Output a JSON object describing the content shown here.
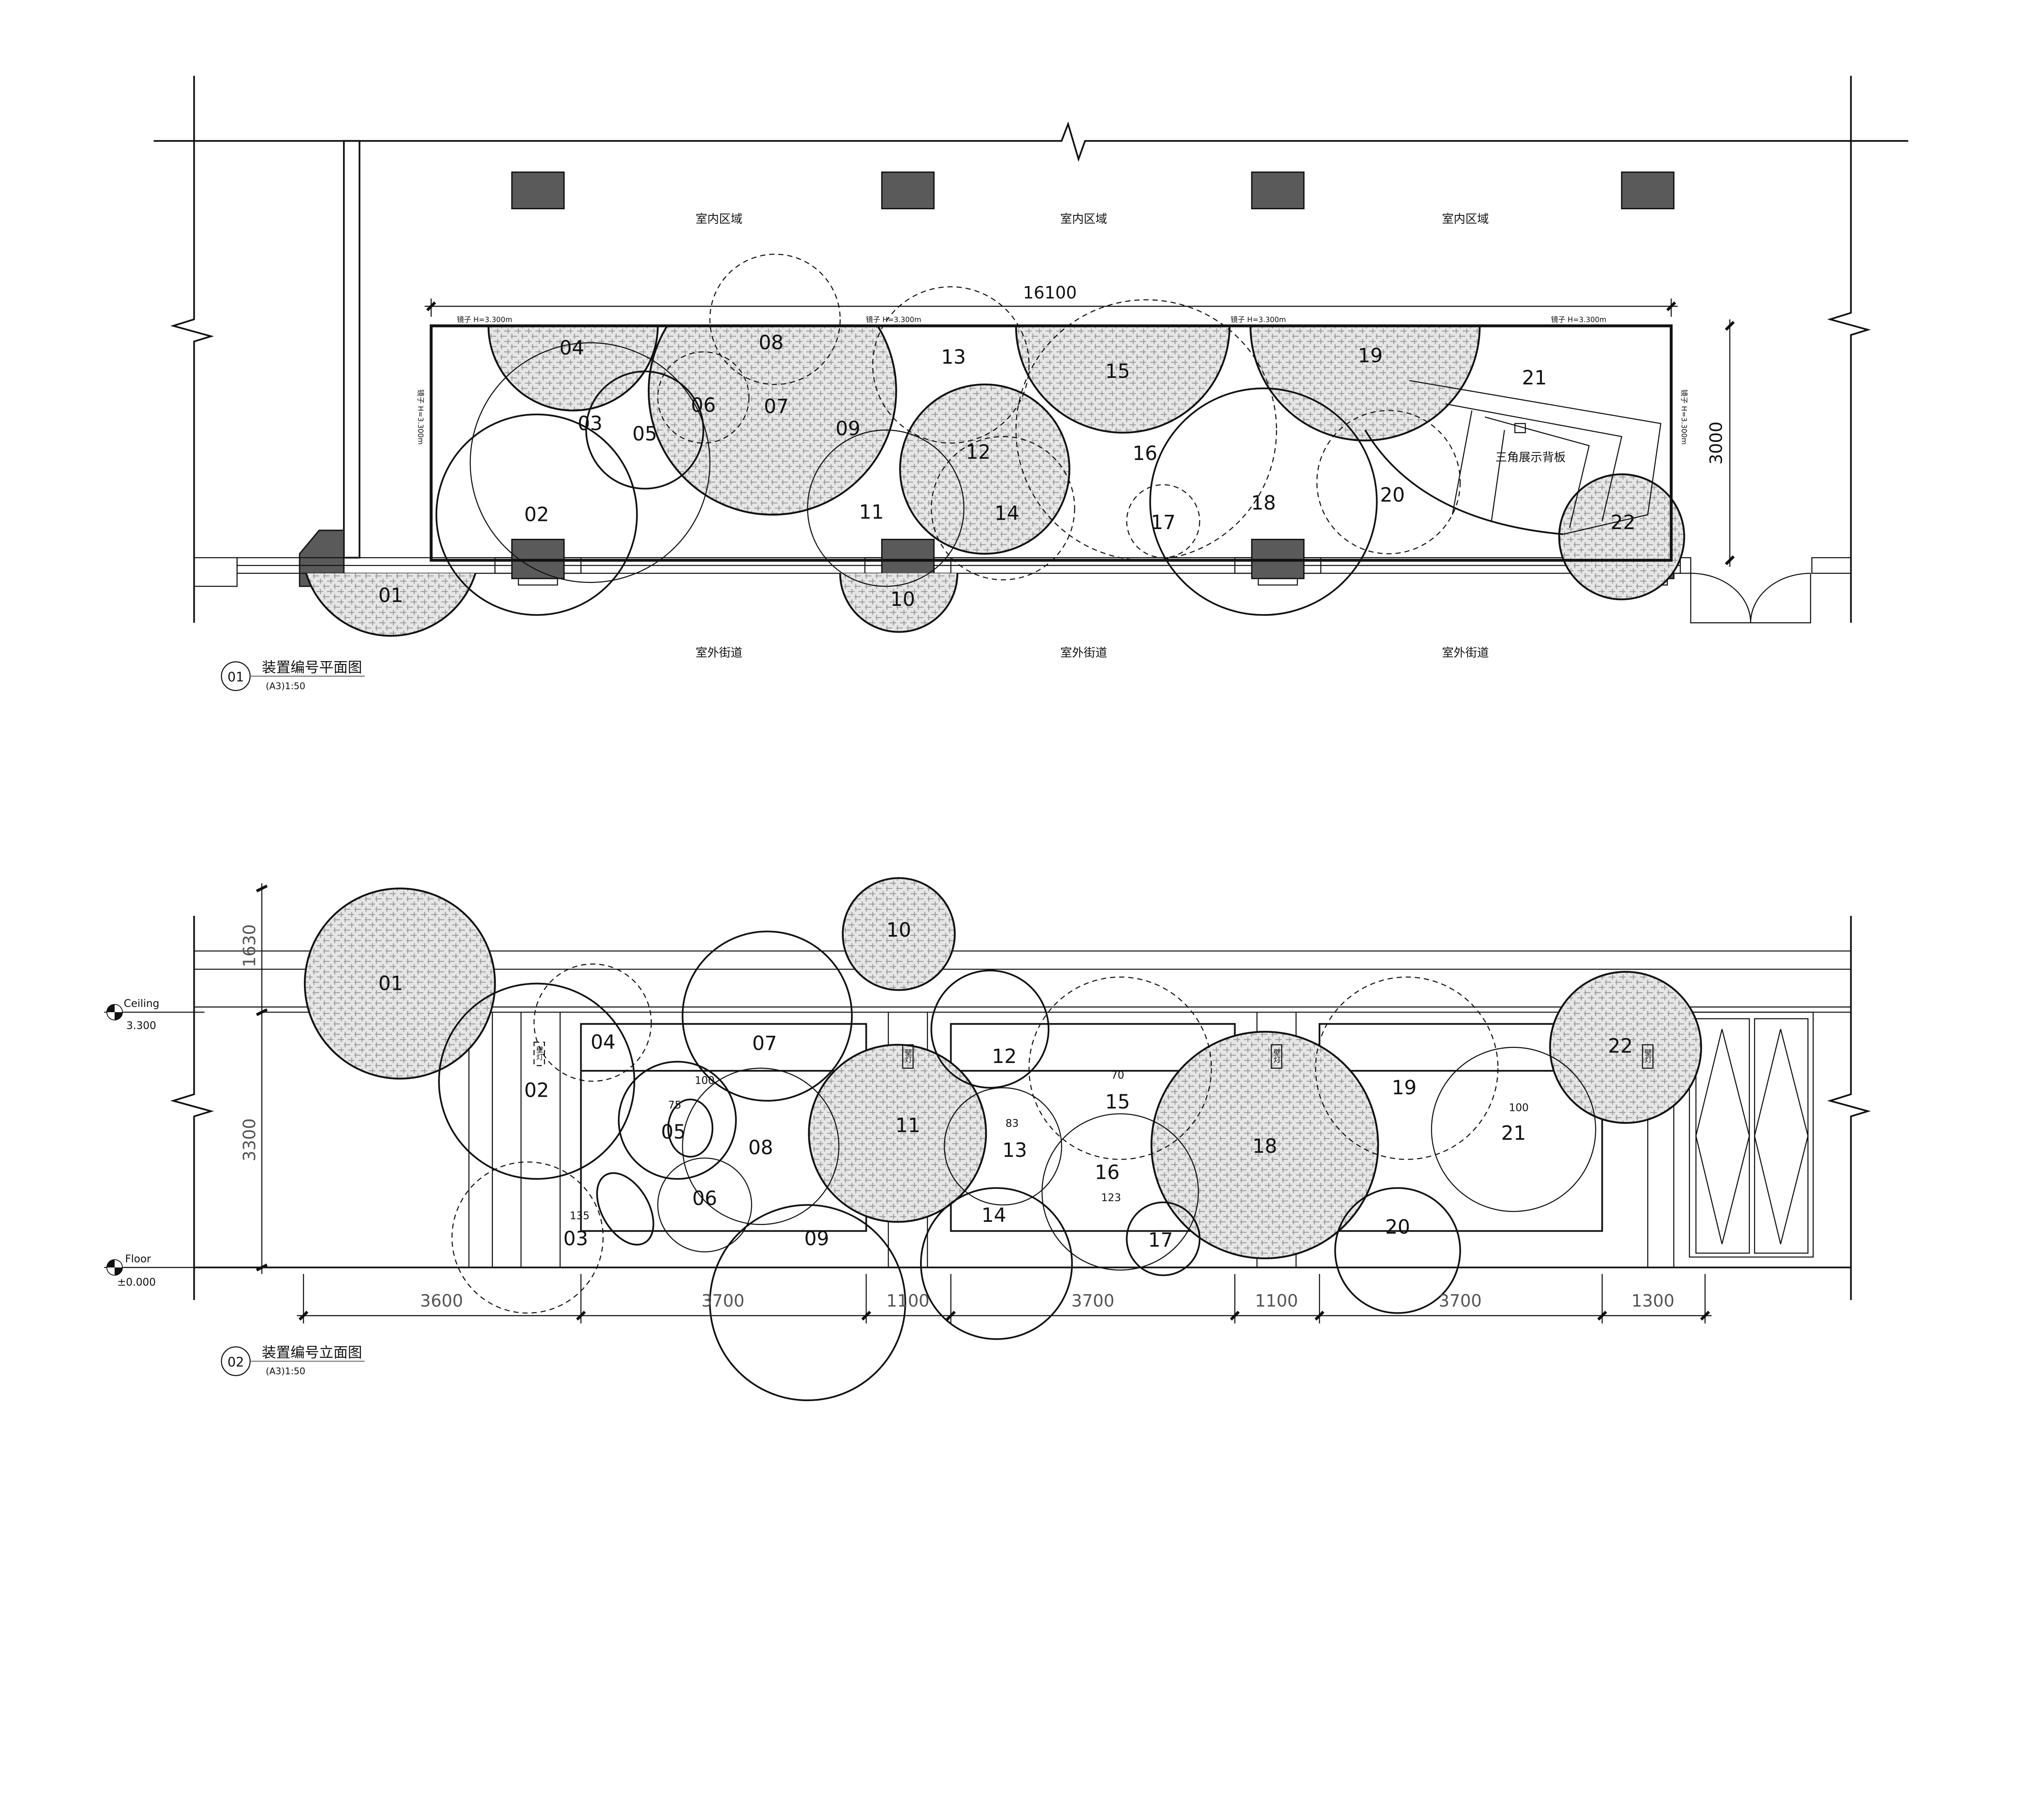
{
  "plan": {
    "title": "装置编号平面图",
    "scale": "(A3)1:50",
    "number": "01",
    "indoor_label": "室内区域",
    "outdoor_label": "室外街道",
    "mirror_label": "镜子 H=3.300m",
    "width_dim": "16100",
    "depth_dim": "3000",
    "backboard_label": "三角展示背板",
    "items": [
      "01",
      "02",
      "03",
      "04",
      "05",
      "06",
      "07",
      "08",
      "09",
      "10",
      "11",
      "12",
      "13",
      "14",
      "15",
      "16",
      "17",
      "18",
      "19",
      "20",
      "21",
      "22"
    ]
  },
  "elevation": {
    "title": "装置编号立面图",
    "scale": "(A3)1:50",
    "number": "02",
    "ceiling_label": "Ceiling",
    "ceiling_value": "3.300",
    "floor_label": "Floor",
    "floor_value": "±0.000",
    "height_dim": "3300",
    "top_dim": "1630",
    "wall_light": "壁灯",
    "sizes": {
      "s05a": "100",
      "s05b": "75",
      "s03": "135",
      "s13": "83",
      "s15": "70",
      "s16": "123",
      "s21": "100"
    },
    "bottom_dims": [
      "3600",
      "3700",
      "1100",
      "3700",
      "1100",
      "3700",
      "1300"
    ],
    "items": [
      "01",
      "02",
      "03",
      "04",
      "05",
      "06",
      "07",
      "08",
      "09",
      "10",
      "11",
      "12",
      "13",
      "14",
      "15",
      "16",
      "17",
      "18",
      "19",
      "20",
      "21",
      "22"
    ]
  },
  "colors": {
    "column": "#5a5a5a",
    "hatch": "#9a9a9a",
    "line": "#111111"
  }
}
